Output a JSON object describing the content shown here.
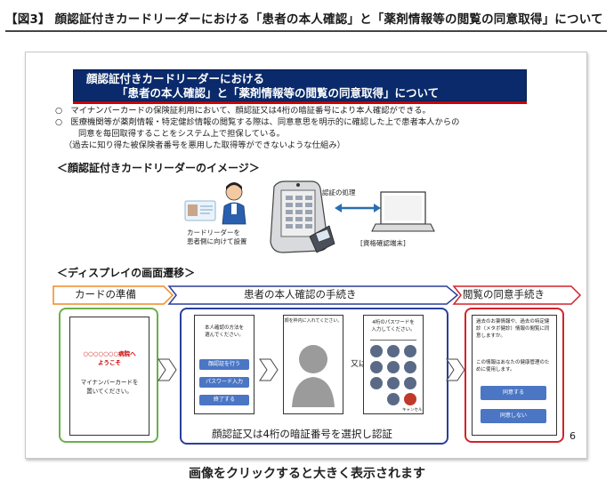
{
  "page": {
    "heading": "【図3】 顔認証付きカードリーダーにおける「患者の本人確認」と「薬剤情報等の閲覧の同意取得」について",
    "caption": "画像をクリックすると大きく表示されます"
  },
  "slide": {
    "title_line1": "顔認証付きカードリーダーにおける",
    "title_line2": "「患者の本人確認」と「薬剤情報等の閲覧の同意取得」について",
    "bullet1": "○　マイナンバーカードの保険証利用において、顔認証又は4桁の暗証番号により本人確認ができる。",
    "bullet2": "○　医療機関等が薬剤情報・特定健診情報の閲覧する際は、同意意思を明示的に確認した上で患者本人からの",
    "bullet2b": "同意を毎回取得することをシステム上で担保している。",
    "bullet3": "（過去に知り得た被保険者番号を悪用した取得等ができないような仕組み）",
    "section_image": "＜顔認証付きカードリーダーのイメージ＞",
    "auth_label": "認証の処理",
    "reader_label_1": "カードリーダーを",
    "reader_label_2": "患者側に向けて設置",
    "terminal_label": "[資格確認端末]",
    "section_display": "＜ディスプレイの画面遷移＞",
    "step1": "カードの準備",
    "step2": "患者の本人確認の手続き",
    "step3": "閲覧の同意手続き",
    "screen1_welcome": "○○○○○○○病院へ",
    "screen1_welcome2": "ようこそ",
    "screen1_msg1": "マイナンバーカードを",
    "screen1_msg2": "置いてください。",
    "screen2_title1": "本人確認の方法を",
    "screen2_title2": "選んでください。",
    "screen2_btn1": "顔認証を行う",
    "screen2_btn2": "パスワード入力",
    "screen2_btn3": "終了する",
    "screen3_title": "顔を枠内に入れてください。",
    "or_label": "又は",
    "screen4_title1": "4桁のパスワードを",
    "screen4_title2": "入力してください。",
    "screen4_cancel": "キャンセル",
    "auth_caption": "顔認証又は4桁の暗証番号を選択し認証",
    "screen5_text": "過去のお薬情報や、過去の特定健診（メタボ健診）情報の閲覧に同意しますか。",
    "screen5_text2": "この情報はあなたの健康管理のために使用します。",
    "screen5_agree": "同意する",
    "screen5_disagree": "同意しない",
    "page_number": "6"
  },
  "colors": {
    "title_bg": "#0a2a6b",
    "accent_red": "#cc0000",
    "step1_orange": "#f08a24",
    "step2_blue": "#2a3f9b",
    "step3_red": "#d2232a",
    "green": "#6ab04c",
    "button_blue": "#4b76c4"
  }
}
